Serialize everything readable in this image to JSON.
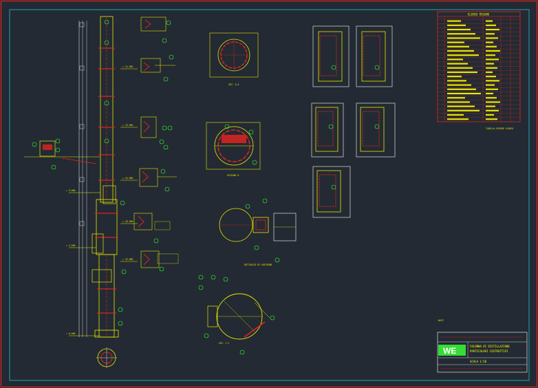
{
  "sheet": {
    "background": "#232a33",
    "outer_border_color": "#e0251f",
    "inner_border_color": "#17c9cf",
    "line_yellow": "#e8e800",
    "line_red": "#e0251f",
    "line_green": "#33ff33",
    "line_white": "#ffffff"
  },
  "legend_table": {
    "title": "ELENCO MISURE",
    "footer": "TABELLA MISURE ELENCO"
  },
  "section_labels": {
    "section_aa": "SEZ. A-A",
    "section_bb": "SEZIONE B",
    "detail_support": "DETTAGLIO DI SOSTEGNO",
    "section_view": "SEZ. C-C"
  },
  "notes_label": "NOTE",
  "title_block": {
    "logo": "WE",
    "lines": [
      "COLONNA DI DISTILLAZIONE",
      "PARTICOLARI COSTRUTTIVI",
      "SCALA 1:50"
    ]
  },
  "elevation_marks": [
    "+ 0.000",
    "+ 4.500",
    "+ 9.000",
    "+ 14.500",
    "+ 19.500",
    "+ 24.000",
    "+ 28.500",
    "+ 33.000"
  ]
}
